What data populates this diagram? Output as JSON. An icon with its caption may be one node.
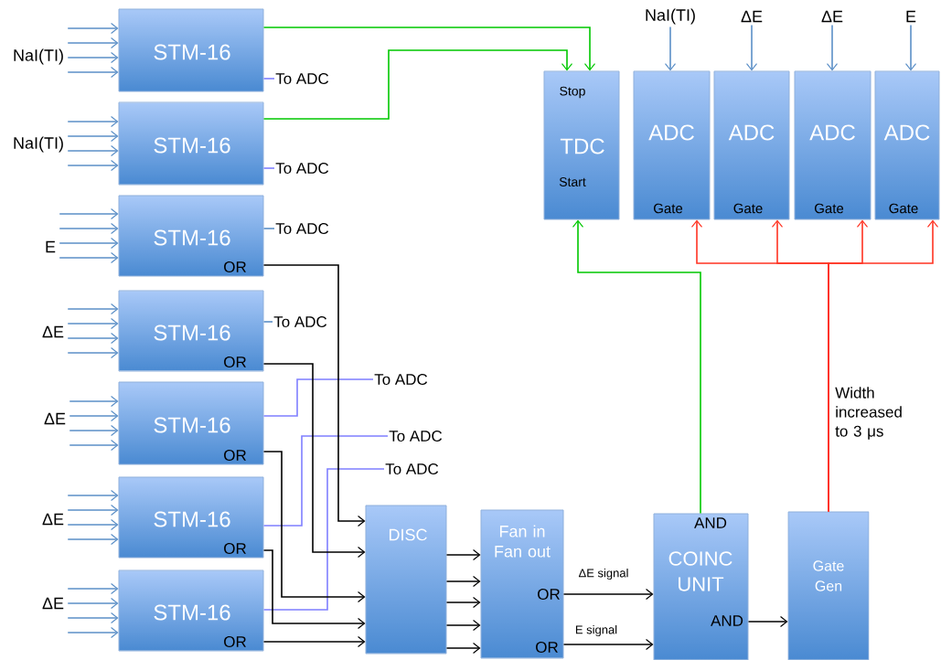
{
  "diagram": {
    "nodes": [
      {
        "text": [
          "STM-16"
        ]
      },
      {
        "text": [
          "STM-16"
        ]
      },
      {
        "text": [
          "STM-16",
          "OR"
        ]
      },
      {
        "text": [
          "STM-16",
          "OR"
        ]
      },
      {
        "text": [
          "STM-16",
          "OR"
        ]
      },
      {
        "text": [
          "STM-16",
          "OR"
        ]
      },
      {
        "text": [
          "STM-16",
          "OR"
        ]
      },
      {
        "text": [
          "NaI(TI)"
        ]
      },
      {
        "text": [
          "NaI(TI)"
        ]
      },
      {
        "text": [
          "E"
        ]
      },
      {
        "text": [
          "ΔE"
        ]
      },
      {
        "text": [
          "ΔE"
        ]
      },
      {
        "text": [
          "ΔE"
        ]
      },
      {
        "text": [
          "ΔE"
        ]
      },
      {
        "text": [
          "To ADC"
        ]
      },
      {
        "text": [
          "To ADC"
        ]
      },
      {
        "text": [
          "To ADC"
        ]
      },
      {
        "text": [
          "To ADC"
        ]
      },
      {
        "text": [
          "To ADC"
        ]
      },
      {
        "text": [
          "To ADC"
        ]
      },
      {
        "text": [
          "To ADC"
        ]
      },
      {
        "text": [
          "Stop",
          "TDC",
          "Start"
        ]
      },
      {
        "text": [
          "ADC",
          "Gate"
        ]
      },
      {
        "text": [
          "ADC",
          "Gate"
        ]
      },
      {
        "text": [
          "ADC",
          "Gate"
        ]
      },
      {
        "text": [
          "ADC",
          "Gate"
        ]
      },
      {
        "text": [
          "NaI(TI)"
        ]
      },
      {
        "text": [
          "ΔE"
        ]
      },
      {
        "text": [
          "ΔE"
        ]
      },
      {
        "text": [
          "E"
        ]
      },
      {
        "text": [
          "DISC"
        ]
      },
      {
        "text": [
          "Fan in Fan out",
          "OR",
          "OR"
        ]
      },
      {
        "text": [
          "AND",
          "COINC UNIT",
          "AND"
        ]
      },
      {
        "text": [
          "Gate Gen"
        ]
      }
    ],
    "edges": [
      {
        "from": 7,
        "to": 0,
        "arrow": "to"
      },
      {
        "from": 7,
        "to": 0,
        "arrow": "to"
      },
      {
        "from": 7,
        "to": 0,
        "arrow": "to"
      },
      {
        "from": 7,
        "to": 0,
        "arrow": "to"
      },
      {
        "from": 8,
        "to": 1,
        "arrow": "to"
      },
      {
        "from": 8,
        "to": 1,
        "arrow": "to"
      },
      {
        "from": 8,
        "to": 1,
        "arrow": "to"
      },
      {
        "from": 8,
        "to": 1,
        "arrow": "to"
      },
      {
        "from": 9,
        "to": 2,
        "arrow": "to"
      },
      {
        "from": 9,
        "to": 2,
        "arrow": "to"
      },
      {
        "from": 9,
        "to": 2,
        "arrow": "to"
      },
      {
        "from": 9,
        "to": 2,
        "arrow": "to"
      },
      {
        "from": 10,
        "to": 3,
        "arrow": "to"
      },
      {
        "from": 10,
        "to": 3,
        "arrow": "to"
      },
      {
        "from": 10,
        "to": 3,
        "arrow": "to"
      },
      {
        "from": 10,
        "to": 3,
        "arrow": "to"
      },
      {
        "from": 11,
        "to": 4,
        "arrow": "to"
      },
      {
        "from": 11,
        "to": 4,
        "arrow": "to"
      },
      {
        "from": 11,
        "to": 4,
        "arrow": "to"
      },
      {
        "from": 11,
        "to": 4,
        "arrow": "to"
      },
      {
        "from": 12,
        "to": 5,
        "arrow": "to"
      },
      {
        "from": 12,
        "to": 5,
        "arrow": "to"
      },
      {
        "from": 12,
        "to": 5,
        "arrow": "to"
      },
      {
        "from": 12,
        "to": 5,
        "arrow": "to"
      },
      {
        "from": 13,
        "to": 6,
        "arrow": "to"
      },
      {
        "from": 13,
        "to": 6,
        "arrow": "to"
      },
      {
        "from": 13,
        "to": 6,
        "arrow": "to"
      },
      {
        "from": 13,
        "to": 6,
        "arrow": "to"
      },
      {
        "from": 0,
        "to": 14,
        "arrow": "none",
        "color": "#7f7fff"
      },
      {
        "from": 1,
        "to": 15,
        "arrow": "none",
        "color": "#7f7fff"
      },
      {
        "from": 2,
        "to": 16,
        "arrow": "none"
      },
      {
        "from": 3,
        "to": 17,
        "arrow": "none"
      },
      {
        "from": 4,
        "to": 18,
        "arrow": "none",
        "color": "#7f7fff"
      },
      {
        "from": 5,
        "to": 19,
        "arrow": "none",
        "color": "#7f7fff"
      },
      {
        "from": 6,
        "to": 20,
        "arrow": "none",
        "color": "#7f7fff"
      },
      {
        "from": 0,
        "to": 21,
        "arrow": "to",
        "color": "#00c800"
      },
      {
        "from": 1,
        "to": 21,
        "arrow": "to",
        "color": "#00c800"
      },
      {
        "from": 2,
        "to": 30,
        "arrow": "to",
        "color": "#000000"
      },
      {
        "from": 3,
        "to": 30,
        "arrow": "to",
        "color": "#000000"
      },
      {
        "from": 4,
        "to": 30,
        "arrow": "to",
        "color": "#000000"
      },
      {
        "from": 5,
        "to": 30,
        "arrow": "to",
        "color": "#000000"
      },
      {
        "from": 6,
        "to": 30,
        "arrow": "to",
        "color": "#000000"
      },
      {
        "from": 26,
        "to": 22,
        "arrow": "to"
      },
      {
        "from": 27,
        "to": 23,
        "arrow": "to"
      },
      {
        "from": 28,
        "to": 24,
        "arrow": "to"
      },
      {
        "from": 29,
        "to": 25,
        "arrow": "to"
      },
      {
        "from": 30,
        "to": 31,
        "arrow": "to",
        "color": "#000000"
      },
      {
        "from": 30,
        "to": 31,
        "arrow": "to",
        "color": "#000000"
      },
      {
        "from": 30,
        "to": 31,
        "arrow": "to",
        "color": "#000000"
      },
      {
        "from": 30,
        "to": 31,
        "arrow": "to",
        "color": "#000000"
      },
      {
        "from": 30,
        "to": 31,
        "arrow": "to",
        "color": "#000000"
      },
      {
        "from": 31,
        "to": 32,
        "arrow": "to",
        "label": "ΔE signal",
        "color": "#000000"
      },
      {
        "from": 31,
        "to": 32,
        "arrow": "to",
        "label": "E signal",
        "color": "#000000"
      },
      {
        "from": 32,
        "to": 33,
        "arrow": "to",
        "color": "#000000"
      },
      {
        "from": 32,
        "to": 21,
        "arrow": "to",
        "color": "#00c800"
      },
      {
        "from": 33,
        "to": 22,
        "arrow": "to",
        "color": "#ff3322",
        "label": "Width increased to 3 μs"
      },
      {
        "from": 33,
        "to": 23,
        "arrow": "to",
        "color": "#ff3322"
      },
      {
        "from": 33,
        "to": 24,
        "arrow": "to",
        "color": "#ff3322"
      },
      {
        "from": 33,
        "to": 25,
        "arrow": "to",
        "color": "#ff3322"
      }
    ]
  }
}
